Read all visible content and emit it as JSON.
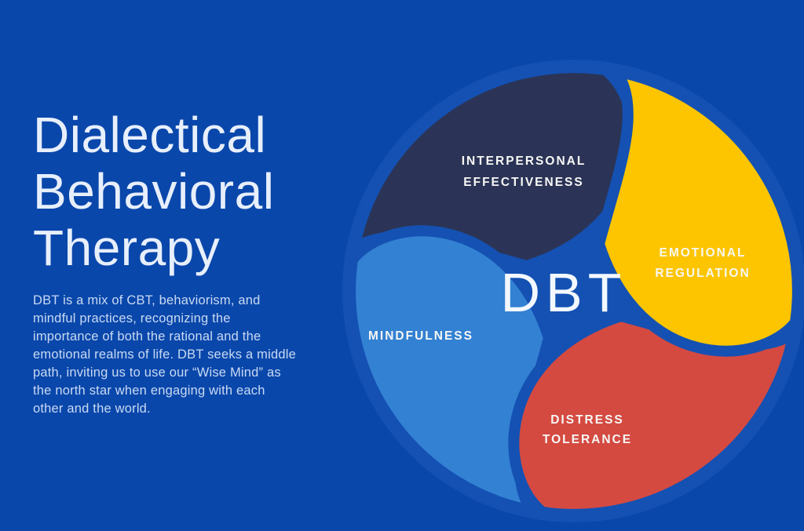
{
  "page": {
    "background": "#0a47ab",
    "wheel_tint": "#1451b3"
  },
  "intro": {
    "title_lines": [
      "Dialectical",
      "Behavioral",
      "Therapy"
    ],
    "title_color": "#e7effb",
    "description": "DBT is a mix of CBT, behaviorism, and\nmindful practices, recognizing the\nimportance of both the rational and the\nemotional realms of life. DBT seeks a middle\npath, inviting us to use our “Wise Mind” as\nthe north star when engaging with each\nother and the world.",
    "description_color": "#c8daf2"
  },
  "wheel": {
    "center_label": "DBT",
    "center_label_color": "#f3f8ff",
    "label_color": "#f7f7f5",
    "segments": [
      {
        "name": "Interpersonal Effectiveness",
        "label_lines": [
          "INTERPERSONAL",
          "EFFECTIVENESS"
        ],
        "color": "#2b3456",
        "position": "top"
      },
      {
        "name": "Emotional Regulation",
        "label_lines": [
          "EMOTIONAL",
          "REGULATION"
        ],
        "color": "#fdc500",
        "position": "right"
      },
      {
        "name": "Distress Tolerance",
        "label_lines": [
          "DISTRESS",
          "TOLERANCE"
        ],
        "color": "#d44a41",
        "position": "bottom"
      },
      {
        "name": "Mindfulness",
        "label_lines": [
          "MINDFULNESS"
        ],
        "color": "#3381d3",
        "position": "left"
      }
    ]
  }
}
